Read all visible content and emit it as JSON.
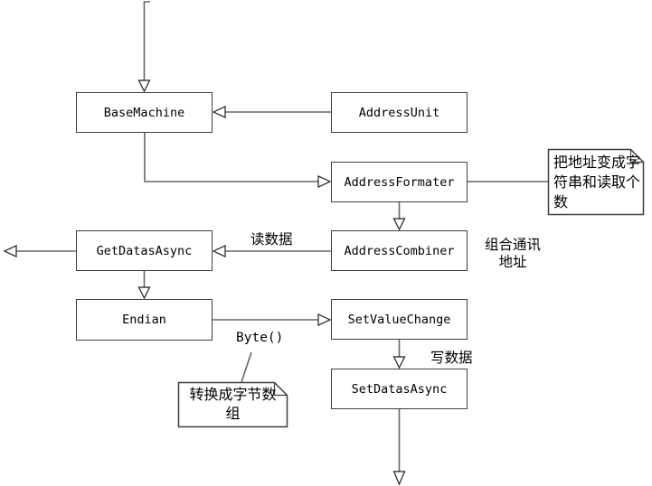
{
  "nodes": {
    "base_machine": "BaseMachine",
    "address_unit": "AddressUnit",
    "address_formater": "AddressFormater",
    "get_datas_async": "GetDatasAsync",
    "address_combiner": "AddressCombiner",
    "endian": "Endian",
    "set_value_change": "SetValueChange",
    "set_datas_async": "SetDatasAsync"
  },
  "notes": {
    "address_note": "把地址变成字符串和读取个数",
    "byte_note": "转换成字节数组"
  },
  "edge_labels": {
    "read_data": "读数据",
    "combine_address": "组合通讯地址",
    "byte_call": "Byte()",
    "write_data": "写数据"
  },
  "edges": [
    {
      "from": "offscreen-top",
      "to": "BaseMachine",
      "arrow": "open-triangle"
    },
    {
      "from": "AddressUnit",
      "to": "BaseMachine",
      "arrow": "open-triangle"
    },
    {
      "from": "BaseMachine",
      "to": "AddressFormater",
      "arrow": "open-triangle"
    },
    {
      "from": "AddressFormater",
      "to": "note:把地址变成字符串和读取个数",
      "arrow": "none"
    },
    {
      "from": "AddressFormater",
      "to": "AddressCombiner",
      "arrow": "open-triangle"
    },
    {
      "from": "AddressCombiner",
      "to": "GetDatasAsync",
      "arrow": "open-triangle",
      "label": "读数据"
    },
    {
      "from": "GetDatasAsync",
      "to": "offscreen-left",
      "arrow": "open-triangle"
    },
    {
      "from": "GetDatasAsync",
      "to": "Endian",
      "arrow": "open-triangle"
    },
    {
      "from": "Endian",
      "to": "SetValueChange",
      "arrow": "open-triangle",
      "label": "Byte()"
    },
    {
      "from": "SetValueChange",
      "to": "SetDatasAsync",
      "arrow": "open-triangle",
      "label": "写数据"
    },
    {
      "from": "SetDatasAsync",
      "to": "offscreen-bottom",
      "arrow": "open-triangle"
    },
    {
      "from": "note:转换成字节数组",
      "to": "Byte()-line",
      "arrow": "none"
    }
  ],
  "colors": {
    "background": "#ffffff",
    "line": "#666666",
    "box_border": "#3f3f3f",
    "text": "#000000"
  }
}
